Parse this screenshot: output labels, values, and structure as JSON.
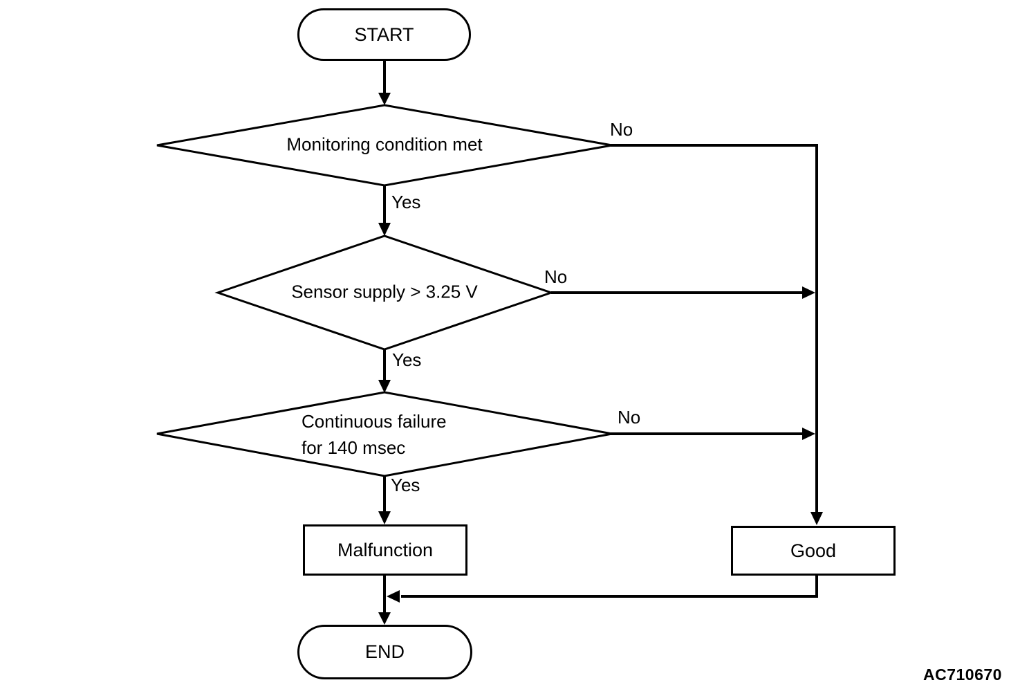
{
  "figure_code": "AC710670",
  "colors": {
    "line": "#000000",
    "background": "#ffffff"
  },
  "nodes": {
    "start": {
      "type": "terminator",
      "label": "START"
    },
    "decision1": {
      "type": "decision",
      "label": "Monitoring condition met"
    },
    "decision2": {
      "type": "decision",
      "label": "Sensor supply > 3.25 V"
    },
    "decision3": {
      "type": "decision",
      "label_line1": "Continuous failure",
      "label_line2": "for 140 msec"
    },
    "malfunction": {
      "type": "process",
      "label": "Malfunction"
    },
    "good": {
      "type": "process",
      "label": "Good"
    },
    "end": {
      "type": "terminator",
      "label": "END"
    }
  },
  "edges": {
    "decision1_yes": "Yes",
    "decision1_no": "No",
    "decision2_yes": "Yes",
    "decision2_no": "No",
    "decision3_yes": "Yes",
    "decision3_no": "No"
  }
}
